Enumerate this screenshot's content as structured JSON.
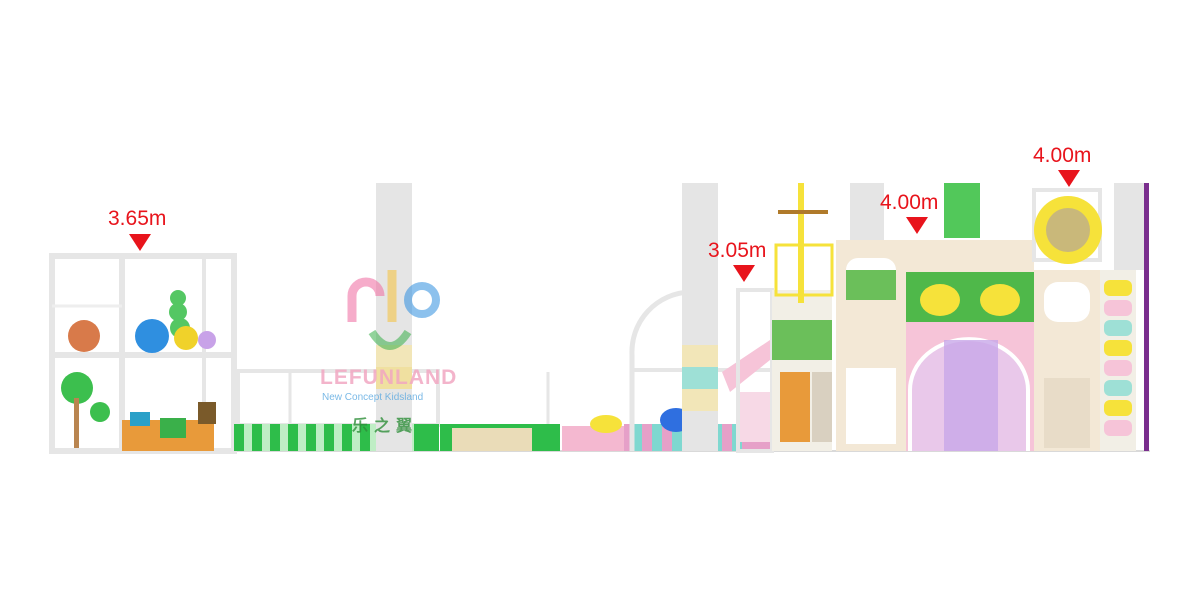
{
  "heights": [
    {
      "id": "left",
      "label": "3.65m"
    },
    {
      "id": "mid",
      "label": "3.05m"
    },
    {
      "id": "center",
      "label": "4.00m"
    },
    {
      "id": "right",
      "label": "4.00m"
    }
  ],
  "watermark": {
    "brand": "LEFUNLAND",
    "tagline": "New Concept Kidsland",
    "chinese": "乐之翼"
  },
  "colors": {
    "frame": "#f2f2f2",
    "frame_edge": "#c8c8c8",
    "green": "#2ebd4a",
    "pink": "#f4b8d0",
    "teal": "#7fd8d0",
    "purple": "#7a2e8e",
    "yellow": "#f6e23a",
    "marker": "#e8141c"
  }
}
